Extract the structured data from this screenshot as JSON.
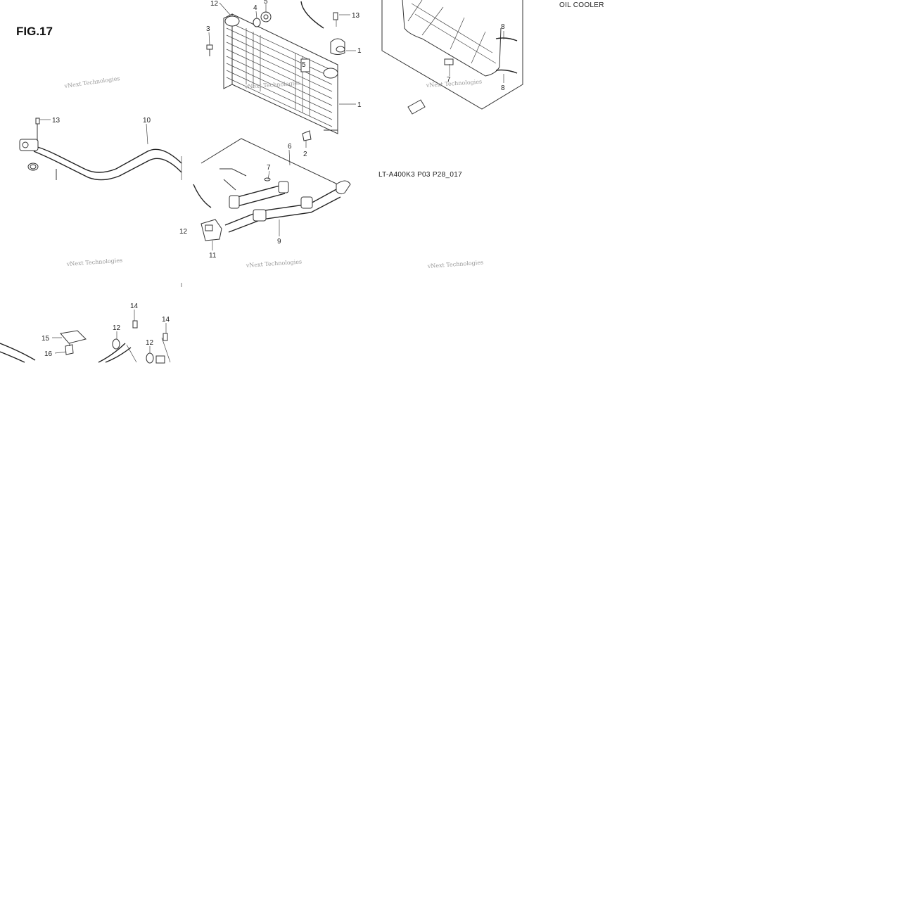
{
  "figure": {
    "title": "FIG.17",
    "section_name": "OIL COOLER",
    "drawing_code": "LT-A400K3 P03 P28_017"
  },
  "watermark": {
    "text": "vNext Technologies"
  },
  "callouts": {
    "c1a": "1",
    "c1b": "1",
    "c2": "2",
    "c3": "3",
    "c4": "4",
    "c5a": "5",
    "c5b": "5",
    "c6": "6",
    "c7a": "7",
    "c7b": "7",
    "c8a": "8",
    "c8b": "8",
    "c9": "9",
    "c10": "10",
    "c11": "11",
    "c12a": "12",
    "c12b": "12",
    "c12c": "12",
    "c12d": "12",
    "c13a": "13",
    "c13b": "13",
    "c14a": "14",
    "c14b": "14",
    "c15": "15",
    "c16": "16"
  }
}
